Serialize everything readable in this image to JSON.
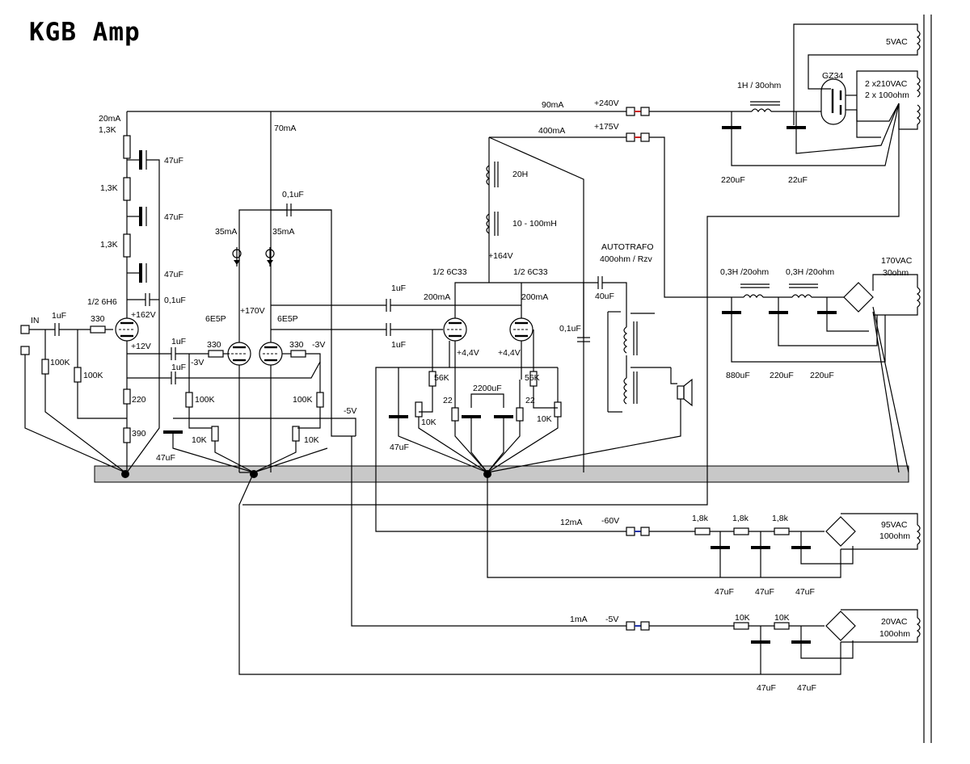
{
  "title": "KGB  Amp",
  "colors": {
    "wire": "#000000",
    "ground_bus": "#c8c8c8",
    "rail_red": "#cc2222",
    "rail_blue": "#2233aa"
  },
  "labels": [
    {
      "id": "in",
      "text": "IN"
    },
    {
      "id": "c_in",
      "text": "1uF"
    },
    {
      "id": "r_in",
      "text": "330"
    },
    {
      "id": "r_g1",
      "text": "100K"
    },
    {
      "id": "r_g2",
      "text": "100K"
    },
    {
      "id": "ma20",
      "text": "20mA"
    },
    {
      "id": "r13a",
      "text": "1,3K"
    },
    {
      "id": "r13b",
      "text": "1,3K"
    },
    {
      "id": "r13c",
      "text": "1,3K"
    },
    {
      "id": "c47a",
      "text": "47uF"
    },
    {
      "id": "c47b",
      "text": "47uF"
    },
    {
      "id": "c47c",
      "text": "47uF"
    },
    {
      "id": "c01a",
      "text": "0,1uF"
    },
    {
      "id": "v6h6",
      "text": "1/2 6H6"
    },
    {
      "id": "v162",
      "text": "+162V"
    },
    {
      "id": "v12",
      "text": "+12V"
    },
    {
      "id": "r220",
      "text": "220"
    },
    {
      "id": "r390",
      "text": "390"
    },
    {
      "id": "ma70",
      "text": "70mA"
    },
    {
      "id": "c01b",
      "text": "0,1uF"
    },
    {
      "id": "ma35a",
      "text": "35mA"
    },
    {
      "id": "ma35b",
      "text": "35mA"
    },
    {
      "id": "t6e5pa",
      "text": "6E5P"
    },
    {
      "id": "t6e5pb",
      "text": "6E5P"
    },
    {
      "id": "v170",
      "text": "+170V"
    },
    {
      "id": "c1ua",
      "text": "1uF"
    },
    {
      "id": "c1ub",
      "text": "1uF"
    },
    {
      "id": "vm3a",
      "text": "-3V"
    },
    {
      "id": "vm3b",
      "text": "-3V"
    },
    {
      "id": "r330a",
      "text": "330"
    },
    {
      "id": "r330b",
      "text": "330"
    },
    {
      "id": "r100ka",
      "text": "100K"
    },
    {
      "id": "r100kb",
      "text": "100K"
    },
    {
      "id": "p10ka",
      "text": "10K"
    },
    {
      "id": "p10kb",
      "text": "10K"
    },
    {
      "id": "c47d",
      "text": "47uF"
    },
    {
      "id": "vm5a",
      "text": "-5V"
    },
    {
      "id": "ma90",
      "text": "90mA"
    },
    {
      "id": "v240",
      "text": "+240V"
    },
    {
      "id": "ma400",
      "text": "400mA"
    },
    {
      "id": "v175",
      "text": "+175V"
    },
    {
      "id": "l20h",
      "text": "20H"
    },
    {
      "id": "l10",
      "text": "10 - 100mH"
    },
    {
      "id": "v164",
      "text": "+164V"
    },
    {
      "id": "t6c33a",
      "text": "1/2 6C33"
    },
    {
      "id": "t6c33b",
      "text": "1/2 6C33"
    },
    {
      "id": "c1uc",
      "text": "1uF"
    },
    {
      "id": "c1ud",
      "text": "1uF"
    },
    {
      "id": "ma200a",
      "text": "200mA"
    },
    {
      "id": "ma200b",
      "text": "200mA"
    },
    {
      "id": "v44a",
      "text": "+4,4V"
    },
    {
      "id": "v44b",
      "text": "+4,4V"
    },
    {
      "id": "c01c",
      "text": "0,1uF"
    },
    {
      "id": "c40",
      "text": "40uF"
    },
    {
      "id": "auto1",
      "text": "AUTOTRAFO"
    },
    {
      "id": "auto2",
      "text": "400ohm / Rzv"
    },
    {
      "id": "r56a",
      "text": "56K"
    },
    {
      "id": "r56b",
      "text": "56K"
    },
    {
      "id": "r22a",
      "text": "22"
    },
    {
      "id": "r22b",
      "text": "22"
    },
    {
      "id": "c2200",
      "text": "2200uF"
    },
    {
      "id": "p10kc",
      "text": "10K"
    },
    {
      "id": "p10kd",
      "text": "10K"
    },
    {
      "id": "c47e",
      "text": "47uF"
    },
    {
      "id": "l1h",
      "text": "1H / 30ohm"
    },
    {
      "id": "gz34",
      "text": "GZ34"
    },
    {
      "id": "vac5",
      "text": "5VAC"
    },
    {
      "id": "vac210",
      "text": "2 x210VAC"
    },
    {
      "id": "ohm100",
      "text": "2 x 100ohm"
    },
    {
      "id": "c220a",
      "text": "220uF"
    },
    {
      "id": "c22",
      "text": "22uF"
    },
    {
      "id": "l03a",
      "text": "0,3H /20ohm"
    },
    {
      "id": "l03b",
      "text": "0,3H /20ohm"
    },
    {
      "id": "vac170",
      "text": "170VAC"
    },
    {
      "id": "ohm30",
      "text": "30ohm"
    },
    {
      "id": "c880",
      "text": "880uF"
    },
    {
      "id": "c220b",
      "text": "220uF"
    },
    {
      "id": "c220c",
      "text": "220uF"
    },
    {
      "id": "ma12",
      "text": "12mA"
    },
    {
      "id": "vm60",
      "text": "-60V"
    },
    {
      "id": "r18a",
      "text": "1,8k"
    },
    {
      "id": "r18b",
      "text": "1,8k"
    },
    {
      "id": "r18c",
      "text": "1,8k"
    },
    {
      "id": "vac95",
      "text": "95VAC"
    },
    {
      "id": "ohm100b",
      "text": "100ohm"
    },
    {
      "id": "c47f",
      "text": "47uF"
    },
    {
      "id": "c47g",
      "text": "47uF"
    },
    {
      "id": "c47h",
      "text": "47uF"
    },
    {
      "id": "ma1",
      "text": "1mA"
    },
    {
      "id": "vm5b",
      "text": "-5V"
    },
    {
      "id": "r10ka",
      "text": "10K"
    },
    {
      "id": "r10kb",
      "text": "10K"
    },
    {
      "id": "vac20",
      "text": "20VAC"
    },
    {
      "id": "ohm100c",
      "text": "100ohm"
    },
    {
      "id": "c47i",
      "text": "47uF"
    },
    {
      "id": "c47j",
      "text": "47uF"
    }
  ]
}
